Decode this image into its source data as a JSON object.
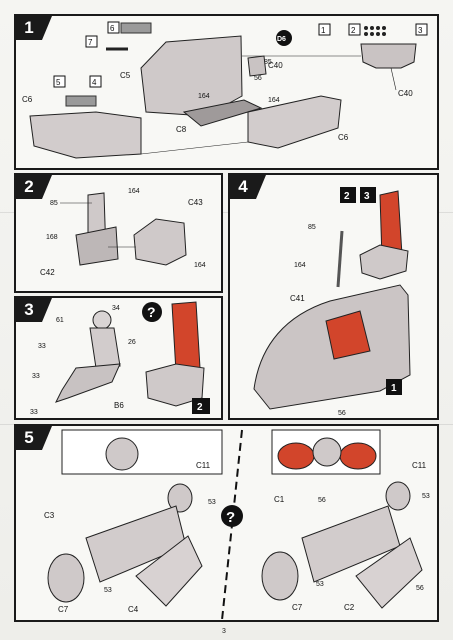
{
  "page_number": "3",
  "steps": [
    {
      "id": "1",
      "number": "1",
      "labels": {
        "box6": "6",
        "box7": "7",
        "box5": "5",
        "box4": "4",
        "box1": "1",
        "box2": "2",
        "box3": "3",
        "c5": "C5",
        "c6a": "C6",
        "c6b": "C6",
        "c8": "C8",
        "c40a": "C40",
        "c40b": "C40",
        "d6": "D6",
        "n85": "85",
        "n56": "56",
        "n164a": "164",
        "n164b": "164"
      }
    },
    {
      "id": "2",
      "number": "2",
      "labels": {
        "n85": "85",
        "n164a": "164",
        "n168": "168",
        "c42": "C42",
        "c43": "C43",
        "n164b": "164"
      }
    },
    {
      "id": "3",
      "number": "3",
      "labels": {
        "n34": "34",
        "n61": "61",
        "n26": "26",
        "n33a": "33",
        "n33b": "33",
        "n33c": "33",
        "b6": "B6",
        "ref": "2",
        "query": "?"
      }
    },
    {
      "id": "4",
      "number": "4",
      "labels": {
        "ref2": "2",
        "ref3": "3",
        "n85": "85",
        "n164": "164",
        "c41": "C41",
        "n56": "56",
        "ref1": "1"
      }
    },
    {
      "id": "5",
      "number": "5",
      "labels": {
        "c11a": "C11",
        "n53a": "53",
        "c3": "C3",
        "n53b": "53",
        "c7a": "C7",
        "c4": "C4",
        "c11b": "C11",
        "n53c": "53",
        "c1": "C1",
        "n56a": "56",
        "n53d": "53",
        "c7b": "C7",
        "c2": "C2",
        "n56b": "56",
        "query": "?"
      }
    }
  ],
  "colors": {
    "ink": "#1a1a1a",
    "part_grey": "#c9c3c3",
    "seat_red": "#d2452b",
    "paper": "#f8f8f5"
  }
}
